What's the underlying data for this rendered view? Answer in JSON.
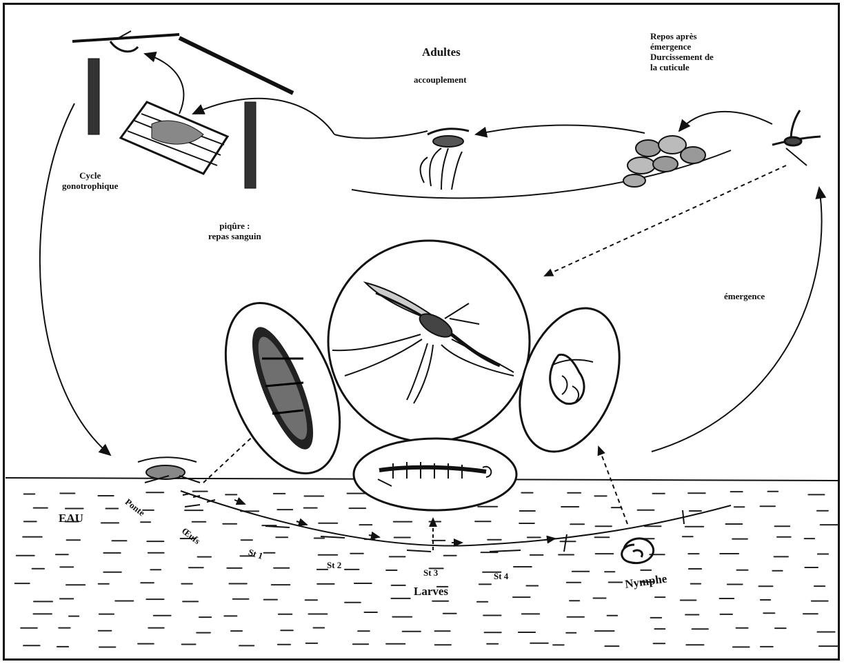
{
  "labels": {
    "adultes": "Adultes",
    "accouplement": "accouplement",
    "repos": "Repos après\némergence\nDurcissement de\nla cuticule",
    "cycle": "Cycle\ngonotrophique",
    "piqure": "piqûre :\nrepas sanguin",
    "emergence": "émergence",
    "eau": "EAU",
    "ponte": "Ponte",
    "oeufs": "Œufs",
    "st1": "St 1",
    "st2": "St 2",
    "st3": "St 3",
    "st4": "St 4",
    "larves": "Larves",
    "nymphe": "Nymphe"
  },
  "colors": {
    "ink": "#111111",
    "paper": "#ffffff"
  },
  "icons": [
    "adult-mosquito-icon",
    "egg-icon",
    "larva-icon",
    "pupa-icon",
    "mosquito-on-tree-icon",
    "host-animal-icon",
    "resting-mosquito-icon",
    "emerging-mosquito-icon"
  ]
}
